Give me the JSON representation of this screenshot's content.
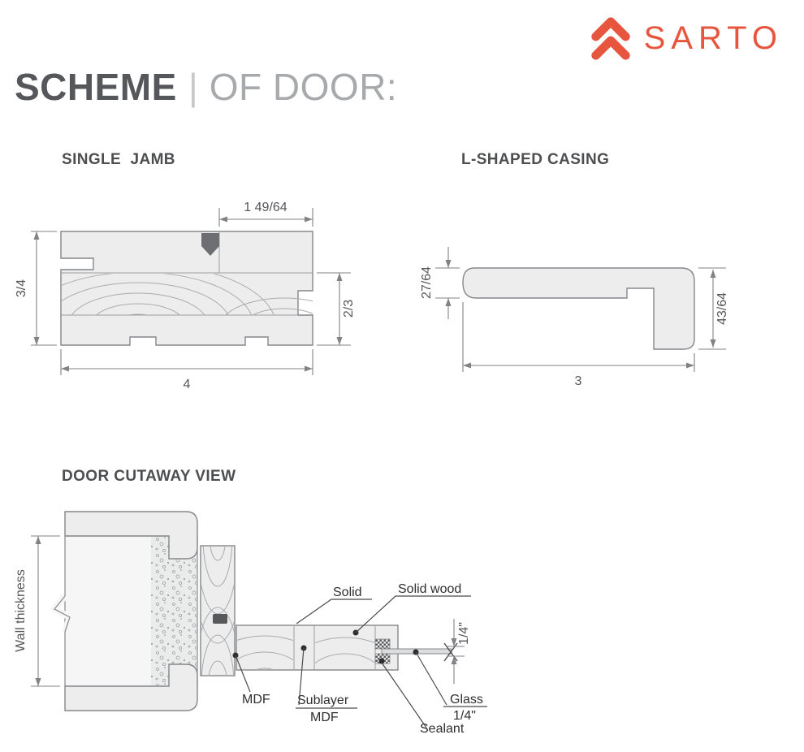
{
  "brand": {
    "name": "SARTO",
    "accent": "#E8553E"
  },
  "title": {
    "main": "SCHEME",
    "separator": "|",
    "sub": "OF DOOR:"
  },
  "single_jamb": {
    "heading": "SINGLE  JAMB",
    "dim_top": "1 49/64",
    "dim_left": "3/4",
    "dim_right": "2/3",
    "dim_bottom": "4"
  },
  "l_casing": {
    "heading": "L-SHAPED CASING",
    "dim_left": "27/64",
    "dim_right": "43/64",
    "dim_bottom": "3"
  },
  "cutaway": {
    "heading": "DOOR CUTAWAY VIEW",
    "wall_thickness": "Wall thickness",
    "solid": "Solid",
    "solid_wood": "Solid wood",
    "mdf": "MDF",
    "sublayer_line1": "Sublayer",
    "sublayer_line2": "MDF",
    "glass_line1": "Glass",
    "glass_line2": "1/4\"",
    "sealant": "Sealant",
    "glass_dim": "1/4\""
  }
}
